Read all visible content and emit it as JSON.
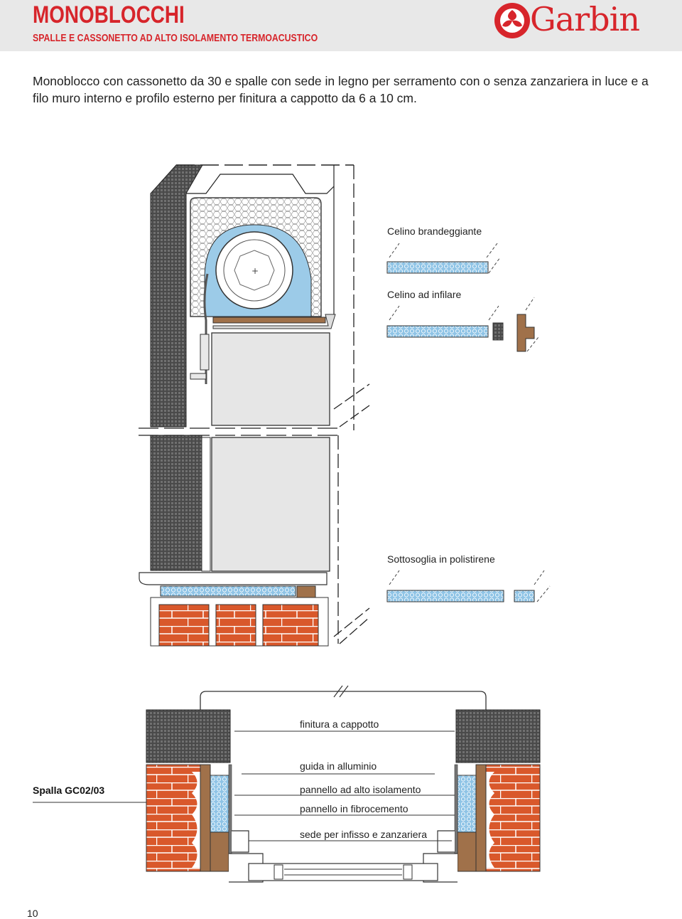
{
  "header": {
    "title": "MONOBLOCCHI",
    "subtitle": "SPALLE E CASSONETTO AD ALTO ISOLAMENTO TERMOACUSTICO",
    "brand": "Garbin",
    "brand_color": "#d7252b"
  },
  "intro": "Monoblocco con cassonetto da 30 e spalle con sede in legno per serramento  con o senza zanzariera in luce e a filo muro interno e profilo esterno per finitura a cappotto da 6 a 10 cm.",
  "labels": {
    "celino_brandeggiante": "Celino brandeggiante",
    "celino_infilare": "Celino ad infilare",
    "sottosoglia": "Sottosoglia in polistirene",
    "finitura": "finitura a cappotto",
    "guida": "guida in alluminio",
    "pannello_isolamento": "pannello ad alto isolamento",
    "pannello_fibro": "pannello in fibrocemento",
    "sede": "sede per infisso e zanzariera"
  },
  "section_label": "Spalla GC02/03",
  "page_number": "10",
  "colors": {
    "accent": "#d7252b",
    "insulation_blue": "#9ccbe8",
    "brick": "#d9582b",
    "wood": "#a0714a",
    "dark_wall": "#555555"
  }
}
